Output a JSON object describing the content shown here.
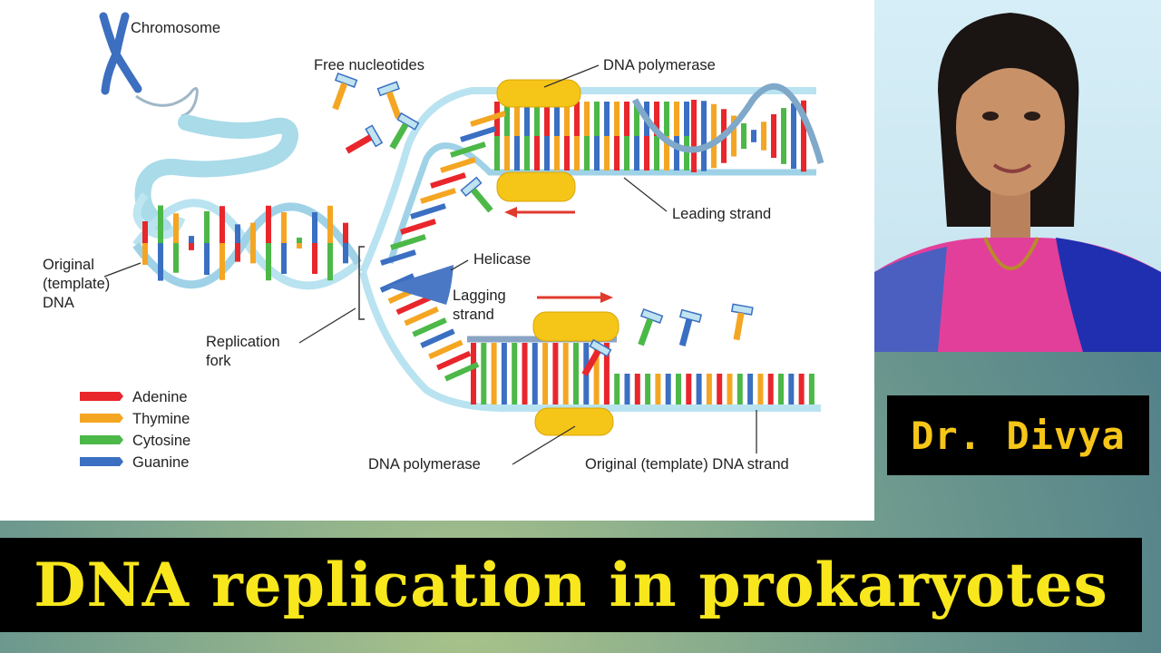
{
  "diagram": {
    "labels": {
      "chromosome": "Chromosome",
      "free_nucleotides": "Free nucleotides",
      "dna_polymerase_top": "DNA polymerase",
      "leading_strand": "Leading strand",
      "helicase": "Helicase",
      "lagging_strand_1": "Lagging",
      "lagging_strand_2": "strand",
      "original_1": "Original",
      "original_2": "(template)",
      "original_3": "DNA",
      "replication_fork_1": "Replication",
      "replication_fork_2": "fork",
      "dna_polymerase_bottom": "DNA polymerase",
      "original_template_strand": "Original (template) DNA strand"
    },
    "legend": [
      {
        "label": "Adenine",
        "color": "#e8262c"
      },
      {
        "label": "Thymine",
        "color": "#f4a623"
      },
      {
        "label": "Cytosine",
        "color": "#4cb848"
      },
      {
        "label": "Guanine",
        "color": "#3a6fc2"
      }
    ]
  },
  "presenter": {
    "name": "Dr. Divya"
  },
  "title": "DNA replication in prokaryotes"
}
